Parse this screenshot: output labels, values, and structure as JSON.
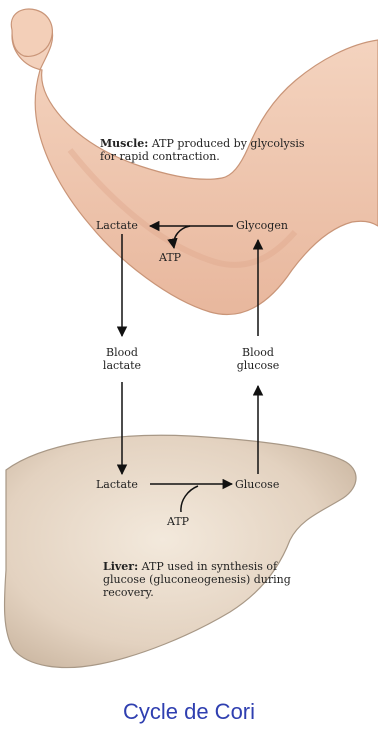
{
  "muscle": {
    "caption_bold": "Muscle:",
    "caption_rest": "ATP produced by glycolysis for rapid contraction.",
    "lactate": "Lactate",
    "glycogen": "Glycogen",
    "atp": "ATP"
  },
  "blood": {
    "lactate_line1": "Blood",
    "lactate_line2": "lactate",
    "glucose_line1": "Blood",
    "glucose_line2": "glucose"
  },
  "liver": {
    "lactate": "Lactate",
    "glucose": "Glucose",
    "atp": "ATP",
    "caption_bold": "Liver:",
    "caption_rest": "ATP used in synthesis of glucose (gluconeogenesis) during recovery."
  },
  "caption": "Cycle de Cori",
  "colors": {
    "skin": "#f2cdb6",
    "skin_shadow": "#d9a68c",
    "liver": "#e3d2c0",
    "liver_edge": "#a89886",
    "caption": "#2f3fb0"
  }
}
